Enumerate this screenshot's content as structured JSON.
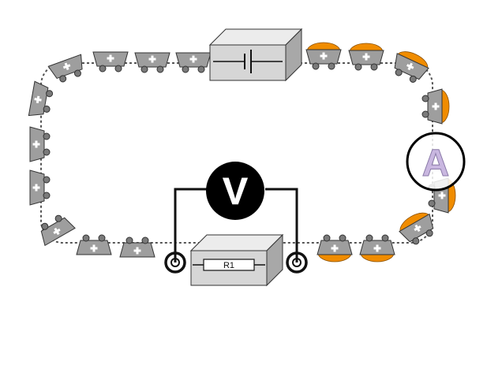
{
  "voltmeter": {
    "label": "V"
  },
  "ammeter": {
    "label": "A"
  },
  "resistor": {
    "label": "R1"
  },
  "battery": {
    "label": ""
  },
  "colors": {
    "cart": "#9e9e9e",
    "cart_stroke": "#333333",
    "wheel": "#7a7a7a",
    "charge": "#f08c00",
    "box_front": "#d6d6d6",
    "box_top": "#ececec",
    "box_side": "#a8a8a8",
    "wire": "#111111",
    "ammeter_letter": "#c9b7e0"
  },
  "icons": {
    "cart_symbol": "plus-icon",
    "meter_symbol": "circle-meter-icon",
    "battery_symbol": "battery-cell-icon",
    "probe_symbol": "probe-ring-icon"
  }
}
